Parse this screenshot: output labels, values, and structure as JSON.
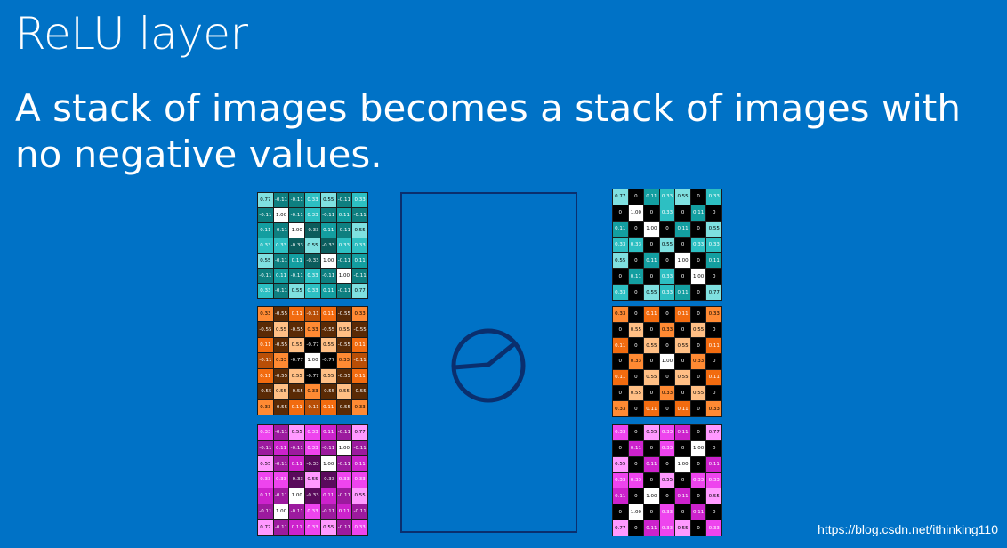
{
  "slide": {
    "title": "ReLU layer",
    "subtitle": "A stack of images becomes a stack of images with no negative values."
  },
  "watermark": "https://blog.csdn.net/ithinking110",
  "icons": {
    "relu": "relu-gauge-icon"
  },
  "colors": {
    "background": "#0072c6",
    "icon_stroke": "#0a2f6e",
    "cyan_palette": [
      "#000000",
      "#0b5c5c",
      "#0e7f80",
      "#139ea0",
      "#2dbfc2",
      "#7fe0e0",
      "#ffffff"
    ],
    "orange_palette": [
      "#000000",
      "#5a2a05",
      "#b84e06",
      "#f26b0f",
      "#ff8a33",
      "#ffbf85",
      "#ffffff"
    ],
    "magenta_palette": [
      "#000000",
      "#5a0a5c",
      "#9c1a9e",
      "#cc22cc",
      "#ee44ee",
      "#ff99ff",
      "#ffffff"
    ]
  },
  "input_maps": [
    {
      "color": "cyan",
      "cells": [
        [
          "0.77",
          "-0.11",
          "-0.11",
          "0.33",
          "0.55",
          "-0.11",
          "0.33"
        ],
        [
          "-0.11",
          "1.00",
          "-0.11",
          "0.33",
          "-0.11",
          "0.11",
          "-0.11"
        ],
        [
          "0.11",
          "-0.11",
          "1.00",
          "-0.33",
          "0.11",
          "-0.11",
          "0.55"
        ],
        [
          "0.33",
          "0.33",
          "-0.33",
          "0.55",
          "-0.33",
          "0.33",
          "0.33"
        ],
        [
          "0.55",
          "-0.11",
          "0.11",
          "-0.33",
          "1.00",
          "-0.11",
          "0.11"
        ],
        [
          "-0.11",
          "0.11",
          "-0.11",
          "0.33",
          "-0.11",
          "1.00",
          "-0.11"
        ],
        [
          "0.33",
          "-0.11",
          "0.55",
          "0.33",
          "0.11",
          "-0.11",
          "0.77"
        ]
      ]
    },
    {
      "color": "orange",
      "cells": [
        [
          "0.33",
          "-0.55",
          "0.11",
          "-0.11",
          "0.11",
          "-0.55",
          "0.33"
        ],
        [
          "-0.55",
          "0.55",
          "-0.55",
          "0.33",
          "-0.55",
          "0.55",
          "-0.55"
        ],
        [
          "0.11",
          "-0.55",
          "0.55",
          "-0.77",
          "0.55",
          "-0.55",
          "0.11"
        ],
        [
          "-0.11",
          "0.33",
          "-0.77",
          "1.00",
          "-0.77",
          "0.33",
          "-0.11"
        ],
        [
          "0.11",
          "-0.55",
          "0.55",
          "-0.77",
          "0.55",
          "-0.55",
          "0.11"
        ],
        [
          "-0.55",
          "0.55",
          "-0.55",
          "0.33",
          "-0.55",
          "0.55",
          "-0.55"
        ],
        [
          "0.33",
          "-0.55",
          "0.11",
          "-0.11",
          "0.11",
          "-0.55",
          "0.33"
        ]
      ]
    },
    {
      "color": "magenta",
      "cells": [
        [
          "0.33",
          "-0.11",
          "0.55",
          "0.33",
          "0.11",
          "-0.11",
          "0.77"
        ],
        [
          "-0.11",
          "0.11",
          "-0.11",
          "0.33",
          "-0.11",
          "1.00",
          "-0.11"
        ],
        [
          "0.55",
          "-0.11",
          "0.11",
          "-0.33",
          "1.00",
          "-0.11",
          "0.11"
        ],
        [
          "0.33",
          "0.33",
          "-0.33",
          "0.55",
          "-0.33",
          "0.33",
          "0.33"
        ],
        [
          "0.11",
          "-0.11",
          "1.00",
          "-0.33",
          "0.11",
          "-0.11",
          "0.55"
        ],
        [
          "-0.11",
          "1.00",
          "-0.11",
          "0.33",
          "-0.11",
          "0.11",
          "-0.11"
        ],
        [
          "0.77",
          "-0.11",
          "0.11",
          "0.33",
          "0.55",
          "-0.11",
          "0.33"
        ]
      ]
    }
  ],
  "output_maps": [
    {
      "color": "cyan",
      "cells": [
        [
          "0.77",
          "0",
          "0.11",
          "0.33",
          "0.55",
          "0",
          "0.33"
        ],
        [
          "0",
          "1.00",
          "0",
          "0.33",
          "0",
          "0.11",
          "0"
        ],
        [
          "0.11",
          "0",
          "1.00",
          "0",
          "0.11",
          "0",
          "0.55"
        ],
        [
          "0.33",
          "0.33",
          "0",
          "0.55",
          "0",
          "0.33",
          "0.33"
        ],
        [
          "0.55",
          "0",
          "0.11",
          "0",
          "1.00",
          "0",
          "0.11"
        ],
        [
          "0",
          "0.11",
          "0",
          "0.33",
          "0",
          "1.00",
          "0"
        ],
        [
          "0.33",
          "0",
          "0.55",
          "0.33",
          "0.11",
          "0",
          "0.77"
        ]
      ]
    },
    {
      "color": "orange",
      "cells": [
        [
          "0.33",
          "0",
          "0.11",
          "0",
          "0.11",
          "0",
          "0.33"
        ],
        [
          "0",
          "0.55",
          "0",
          "0.33",
          "0",
          "0.55",
          "0"
        ],
        [
          "0.11",
          "0",
          "0.55",
          "0",
          "0.55",
          "0",
          "0.11"
        ],
        [
          "0",
          "0.33",
          "0",
          "1.00",
          "0",
          "0.33",
          "0"
        ],
        [
          "0.11",
          "0",
          "0.55",
          "0",
          "0.55",
          "0",
          "0.11"
        ],
        [
          "0",
          "0.55",
          "0",
          "0.33",
          "0",
          "0.55",
          "0"
        ],
        [
          "0.33",
          "0",
          "0.11",
          "0",
          "0.11",
          "0",
          "0.33"
        ]
      ]
    },
    {
      "color": "magenta",
      "cells": [
        [
          "0.33",
          "0",
          "0.55",
          "0.33",
          "0.11",
          "0",
          "0.77"
        ],
        [
          "0",
          "0.11",
          "0",
          "0.33",
          "0",
          "1.00",
          "0"
        ],
        [
          "0.55",
          "0",
          "0.11",
          "0",
          "1.00",
          "0",
          "0.11"
        ],
        [
          "0.33",
          "0.33",
          "0",
          "0.55",
          "0",
          "0.33",
          "0.33"
        ],
        [
          "0.11",
          "0",
          "1.00",
          "0",
          "0.11",
          "0",
          "0.55"
        ],
        [
          "0",
          "1.00",
          "0",
          "0.33",
          "0",
          "0.11",
          "0"
        ],
        [
          "0.77",
          "0",
          "0.11",
          "0.33",
          "0.55",
          "0",
          "0.33"
        ]
      ]
    }
  ]
}
